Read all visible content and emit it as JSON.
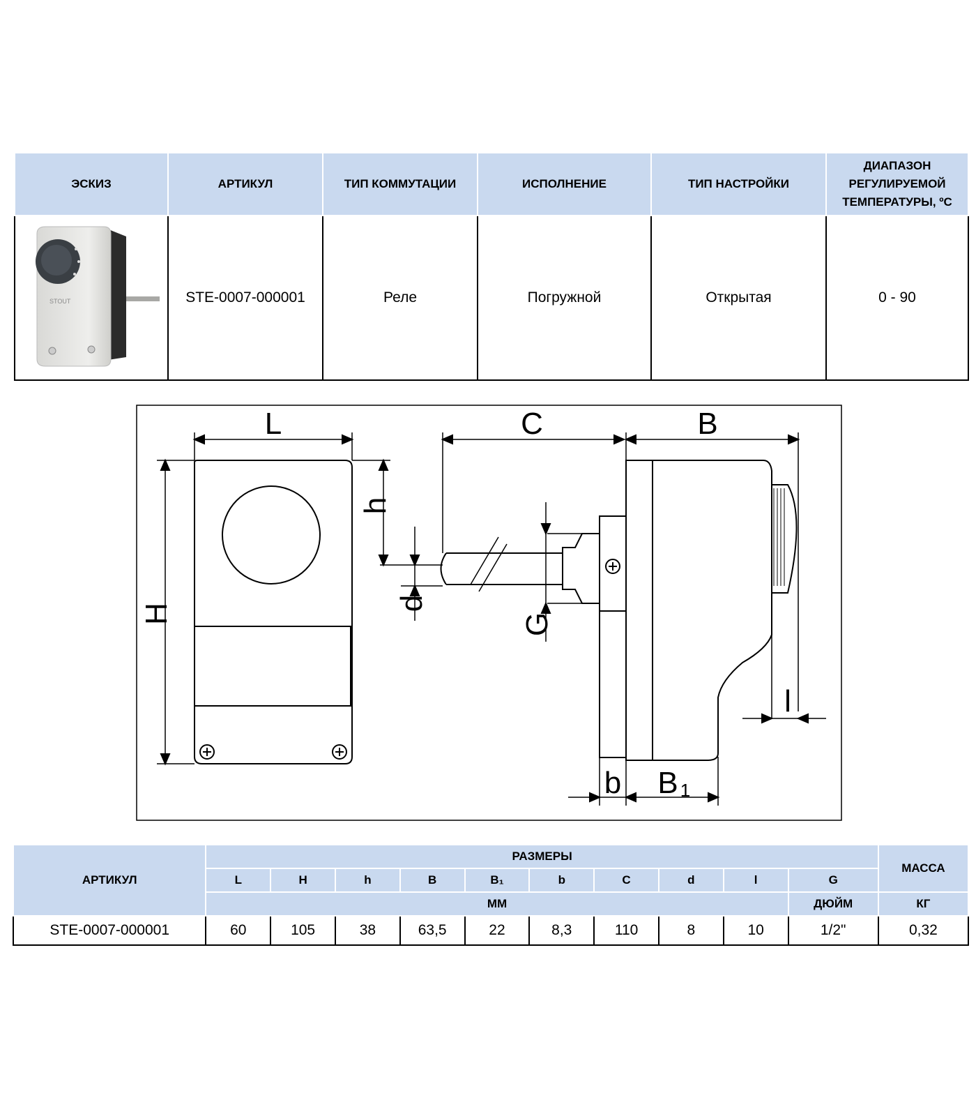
{
  "top_table": {
    "headers": [
      "ЭСКИЗ",
      "АРТИКУЛ",
      "ТИП КОММУТАЦИИ",
      "ИСПОЛНЕНИЕ",
      "ТИП НАСТРОЙКИ",
      "ДИАПАЗОН РЕГУЛИРУЕМОЙ ТЕМПЕРАТУРЫ, ºС"
    ],
    "row": {
      "article": "STE-0007-000001",
      "switch_type": "Реле",
      "execution": "Погружной",
      "setting_type": "Открытая",
      "range": "0 - 90"
    },
    "photo_brand": "STOUT"
  },
  "drawing": {
    "labels": {
      "L": "L",
      "H": "H",
      "h": "h",
      "d": "d",
      "C": "C",
      "G": "G",
      "B": "B",
      "b": "b",
      "B1": "B",
      "B1_sub": "1",
      "l": "l"
    }
  },
  "bottom_table": {
    "header_article": "АРТИКУЛ",
    "header_sizes": "РАЗМЕРЫ",
    "header_mass": "МАССА",
    "columns": [
      "L",
      "H",
      "h",
      "B",
      "B₁",
      "b",
      "C",
      "d",
      "l",
      "G"
    ],
    "unit_mm": "ММ",
    "unit_inch": "ДЮЙМ",
    "unit_kg": "КГ",
    "row": {
      "article": "STE-0007-000001",
      "values": [
        "60",
        "105",
        "38",
        "63,5",
        "22",
        "8,3",
        "110",
        "8",
        "10",
        "1/2\""
      ],
      "mass": "0,32"
    }
  }
}
